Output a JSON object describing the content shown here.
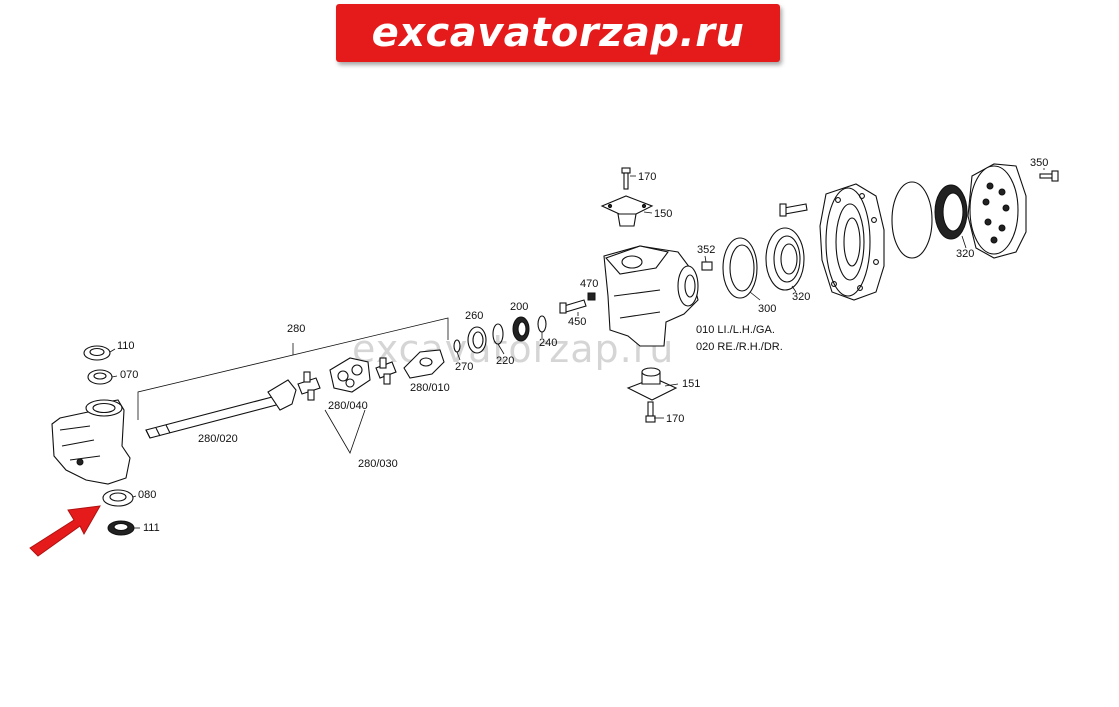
{
  "banner": {
    "text": "excavatorzap.ru",
    "color": "#e51b1b"
  },
  "watermark": {
    "text": "excavatorzap.ru"
  },
  "arrow": {
    "color": "#e51b1b"
  },
  "labels": {
    "l110": "110",
    "l070": "070",
    "l080": "080",
    "l111": "111",
    "l280": "280",
    "l280_020": "280/020",
    "l280_040": "280/040",
    "l280_030": "280/030",
    "l280_010": "280/010",
    "l270": "270",
    "l260": "260",
    "l220": "220",
    "l200": "200",
    "l240": "240",
    "l450": "450",
    "l470": "470",
    "l170a": "170",
    "l150": "150",
    "l151": "151",
    "l170b": "170",
    "l352": "352",
    "l300": "300",
    "l320a": "320",
    "l320b": "320",
    "l350": "350",
    "l010": "010 LI./L.H./GA.",
    "l020": "020 RE./R.H./DR."
  }
}
